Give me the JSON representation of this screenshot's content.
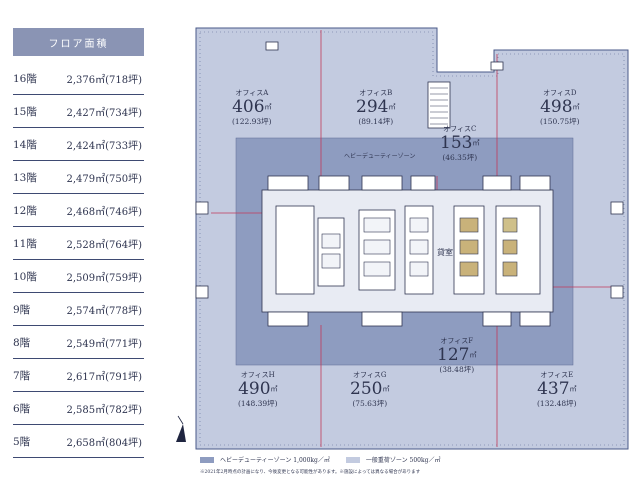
{
  "table": {
    "header": "フロア面積",
    "rows": [
      {
        "floor": "16階",
        "area": "2,376㎡(718坪)"
      },
      {
        "floor": "15階",
        "area": "2,427㎡(734坪)"
      },
      {
        "floor": "14階",
        "area": "2,424㎡(733坪)"
      },
      {
        "floor": "13階",
        "area": "2,479㎡(750坪)"
      },
      {
        "floor": "12階",
        "area": "2,468㎡(746坪)"
      },
      {
        "floor": "11階",
        "area": "2,528㎡(764坪)"
      },
      {
        "floor": "10階",
        "area": "2,509㎡(759坪)"
      },
      {
        "floor": "9階",
        "area": "2,574㎡(778坪)"
      },
      {
        "floor": "8階",
        "area": "2,549㎡(771坪)"
      },
      {
        "floor": "7階",
        "area": "2,617㎡(791坪)"
      },
      {
        "floor": "6階",
        "area": "2,585㎡(782坪)"
      },
      {
        "floor": "5階",
        "area": "2,658㎡(804坪)"
      }
    ]
  },
  "offices": {
    "a": {
      "name": "オフィスA",
      "area": "406",
      "tsubo": "(122.93坪)"
    },
    "b": {
      "name": "オフィスB",
      "area": "294",
      "tsubo": "(89.14坪)"
    },
    "c": {
      "name": "オフィスC",
      "area": "153",
      "tsubo": "(46.35坪)"
    },
    "d": {
      "name": "オフィスD",
      "area": "498",
      "tsubo": "(150.75坪)"
    },
    "e": {
      "name": "オフィスE",
      "area": "437",
      "tsubo": "(132.48坪)"
    },
    "f": {
      "name": "オフィスF",
      "area": "127",
      "tsubo": "(38.48坪)"
    },
    "g": {
      "name": "オフィスG",
      "area": "250",
      "tsubo": "(75.63坪)"
    },
    "h": {
      "name": "オフィスH",
      "area": "490",
      "tsubo": "(148.39坪)"
    }
  },
  "unit": "㎡",
  "zone_label": "ヘビーデューティーゾーン",
  "kashitsu": "貸室",
  "legend": {
    "heavy": "ヘビーデューティーゾーン 1,000kg／㎡",
    "general": "一般重荷ゾーン 500kg／㎡",
    "heavy_color": "#8e9cc0",
    "general_color": "#c3cbe0"
  },
  "note": "※2021年2月時点の計画になり、今後変更となる可能性があります。※施設によっては異なる場合があります"
}
